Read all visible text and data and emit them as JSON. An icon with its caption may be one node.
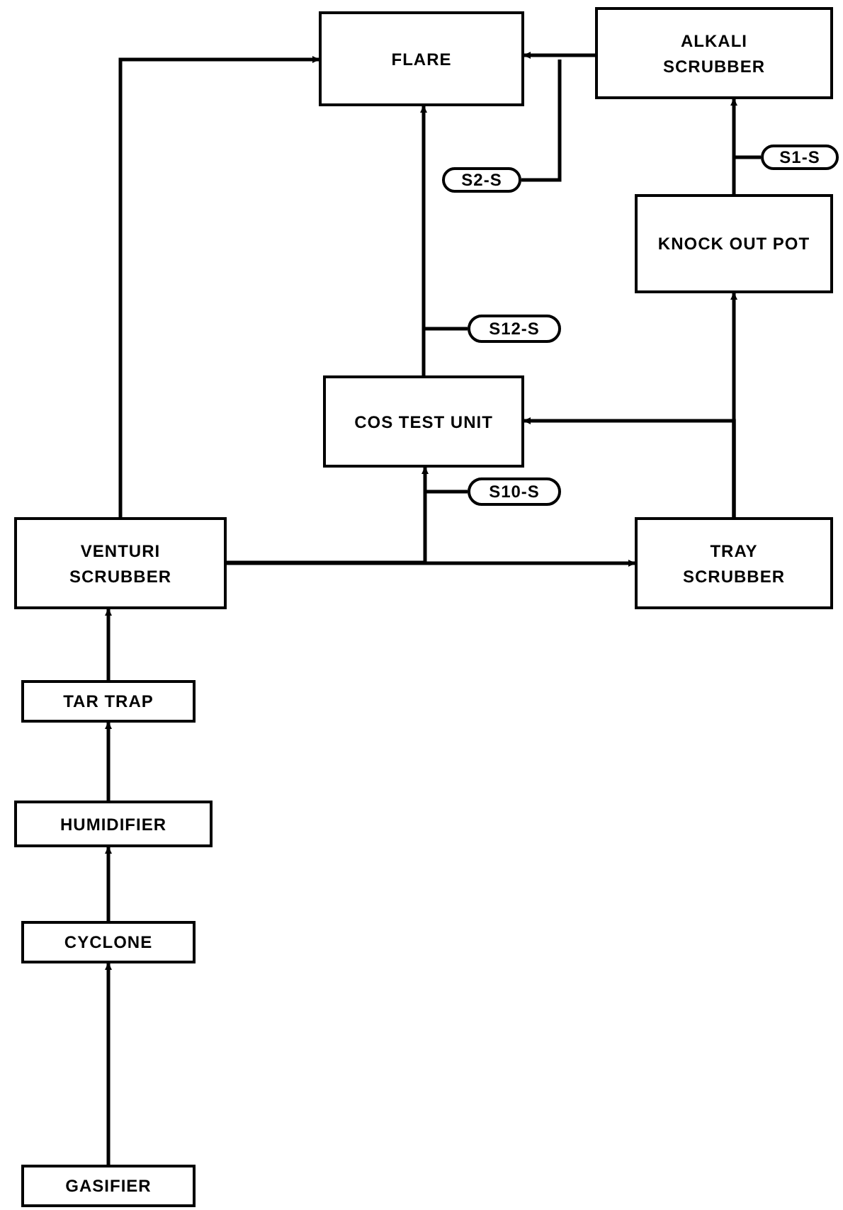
{
  "diagram": {
    "nodes": [
      {
        "text": [
          "FLARE"
        ]
      },
      {
        "text": [
          "ALKALI SCRUBBER"
        ]
      },
      {
        "text": [
          "S2-S"
        ]
      },
      {
        "text": [
          "S1-S"
        ]
      },
      {
        "text": [
          "KNOCK OUT POT"
        ]
      },
      {
        "text": [
          "S12-S"
        ]
      },
      {
        "text": [
          "COS TEST UNIT"
        ]
      },
      {
        "text": [
          "S10-S"
        ]
      },
      {
        "text": [
          "VENTURI SCRUBBER"
        ]
      },
      {
        "text": [
          "TRAY SCRUBBER"
        ]
      },
      {
        "text": [
          "TAR TRAP"
        ]
      },
      {
        "text": [
          "HUMIDIFIER"
        ]
      },
      {
        "text": [
          "CYCLONE"
        ]
      },
      {
        "text": [
          "GASIFIER"
        ]
      }
    ],
    "edges": [
      {
        "from": 8,
        "to": 0,
        "arrow": "to"
      },
      {
        "from": 1,
        "to": 0,
        "arrow": "to"
      },
      {
        "from": 6,
        "to": 0,
        "arrow": "to"
      },
      {
        "from": 4,
        "to": 1,
        "arrow": "to"
      },
      {
        "from": 9,
        "to": 4,
        "arrow": "to"
      },
      {
        "from": 9,
        "to": 6,
        "arrow": "to"
      },
      {
        "from": 8,
        "to": 9,
        "arrow": "to"
      },
      {
        "from": 8,
        "to": 6,
        "arrow": "to"
      },
      {
        "from": 10,
        "to": 8,
        "arrow": "to"
      },
      {
        "from": 11,
        "to": 10,
        "arrow": "to"
      },
      {
        "from": 12,
        "to": 11,
        "arrow": "to"
      },
      {
        "from": 13,
        "to": 12,
        "arrow": "to"
      },
      {
        "from": 2,
        "to": null,
        "arrow": "none"
      },
      {
        "from": 3,
        "to": null,
        "arrow": "none"
      },
      {
        "from": 5,
        "to": null,
        "arrow": "none"
      },
      {
        "from": 7,
        "to": null,
        "arrow": "none"
      }
    ]
  }
}
